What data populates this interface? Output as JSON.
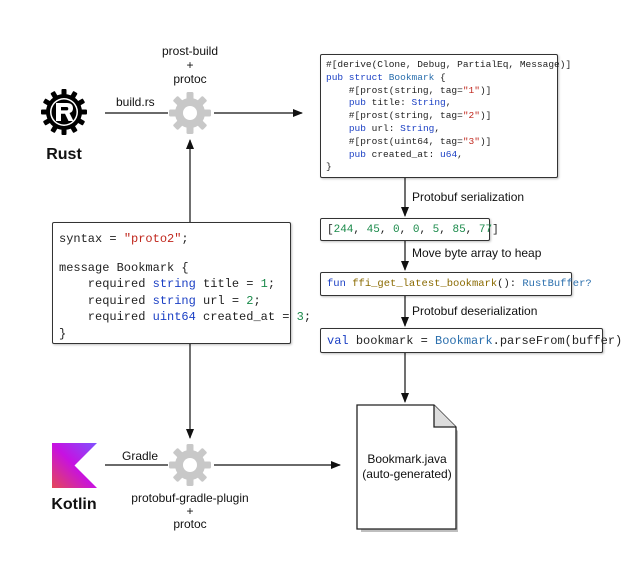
{
  "rust": {
    "label": "Rust",
    "build_label": "build.rs"
  },
  "kotlin": {
    "label": "Kotlin",
    "build_label": "Gradle"
  },
  "top_tool": {
    "lines": [
      "prost-build",
      "+",
      "protoc"
    ]
  },
  "bottom_tool": {
    "lines": [
      "protobuf-gradle-plugin",
      "+",
      "protoc"
    ]
  },
  "proto_code": [
    [
      {
        "t": "syntax = "
      },
      {
        "t": "\"proto2\"",
        "c": "str"
      },
      {
        "t": ";"
      }
    ],
    [
      {
        "t": ""
      }
    ],
    [
      {
        "t": "message Bookmark {"
      }
    ],
    [
      {
        "t": "    required "
      },
      {
        "t": "string",
        "c": "kw"
      },
      {
        "t": " title = "
      },
      {
        "t": "1",
        "c": "num"
      },
      {
        "t": ";"
      }
    ],
    [
      {
        "t": "    required "
      },
      {
        "t": "string",
        "c": "kw"
      },
      {
        "t": " url = "
      },
      {
        "t": "2",
        "c": "num"
      },
      {
        "t": ";"
      }
    ],
    [
      {
        "t": "    required "
      },
      {
        "t": "uint64",
        "c": "kw"
      },
      {
        "t": " created_at = "
      },
      {
        "t": "3",
        "c": "num"
      },
      {
        "t": ";"
      }
    ],
    [
      {
        "t": "}"
      }
    ]
  ],
  "rust_code": [
    [
      {
        "t": "#[derive(Clone, Debug, PartialEq, Message)]"
      }
    ],
    [
      {
        "t": "pub struct ",
        "c": "kw"
      },
      {
        "t": "Bookmark",
        "c": "ty"
      },
      {
        "t": " {"
      }
    ],
    [
      {
        "t": "    #[prost(string, tag="
      },
      {
        "t": "\"1\"",
        "c": "str"
      },
      {
        "t": ")]"
      }
    ],
    [
      {
        "t": "    "
      },
      {
        "t": "pub",
        "c": "kw"
      },
      {
        "t": " title: "
      },
      {
        "t": "String",
        "c": "kw"
      },
      {
        "t": ","
      }
    ],
    [
      {
        "t": "    #[prost(string, tag="
      },
      {
        "t": "\"2\"",
        "c": "str"
      },
      {
        "t": ")]"
      }
    ],
    [
      {
        "t": "    "
      },
      {
        "t": "pub",
        "c": "kw"
      },
      {
        "t": " url: "
      },
      {
        "t": "String",
        "c": "kw"
      },
      {
        "t": ","
      }
    ],
    [
      {
        "t": "    #[prost(uint64, tag="
      },
      {
        "t": "\"3\"",
        "c": "str"
      },
      {
        "t": ")]"
      }
    ],
    [
      {
        "t": "    "
      },
      {
        "t": "pub",
        "c": "kw"
      },
      {
        "t": " created_at: "
      },
      {
        "t": "u64",
        "c": "kw"
      },
      {
        "t": ","
      }
    ],
    [
      {
        "t": "}"
      }
    ]
  ],
  "bytes_code": [
    [
      {
        "t": "["
      },
      {
        "t": "244",
        "c": "num"
      },
      {
        "t": ", "
      },
      {
        "t": "45",
        "c": "num"
      },
      {
        "t": ", "
      },
      {
        "t": "0",
        "c": "num"
      },
      {
        "t": ", "
      },
      {
        "t": "0",
        "c": "num"
      },
      {
        "t": ", "
      },
      {
        "t": "5",
        "c": "num"
      },
      {
        "t": ", "
      },
      {
        "t": "85",
        "c": "num"
      },
      {
        "t": ", "
      },
      {
        "t": "77",
        "c": "num"
      },
      {
        "t": "]"
      }
    ]
  ],
  "ffi_code": [
    [
      {
        "t": "fun ",
        "c": "kw"
      },
      {
        "t": "ffi_get_latest_bookmark",
        "c": "fn"
      },
      {
        "t": "(): "
      },
      {
        "t": "RustBuffer?",
        "c": "ty"
      }
    ]
  ],
  "kotlin_code": [
    [
      {
        "t": "val ",
        "c": "kw"
      },
      {
        "t": "bookmark = "
      },
      {
        "t": "Bookmark",
        "c": "ty"
      },
      {
        "t": ".parseFrom(buffer)"
      }
    ]
  ],
  "steps": {
    "serialization": "Protobuf serialization",
    "move": "Move byte array to heap",
    "deserialization": "Protobuf deserialization"
  },
  "output_file": {
    "lines": [
      "Bookmark.java",
      "(auto-generated)"
    ]
  },
  "colors": {
    "gear": "#c8c8c8",
    "kotlin_logo": [
      "#7f52ff",
      "#c711e1",
      "#e44857"
    ],
    "rust_logo": "#000000"
  }
}
